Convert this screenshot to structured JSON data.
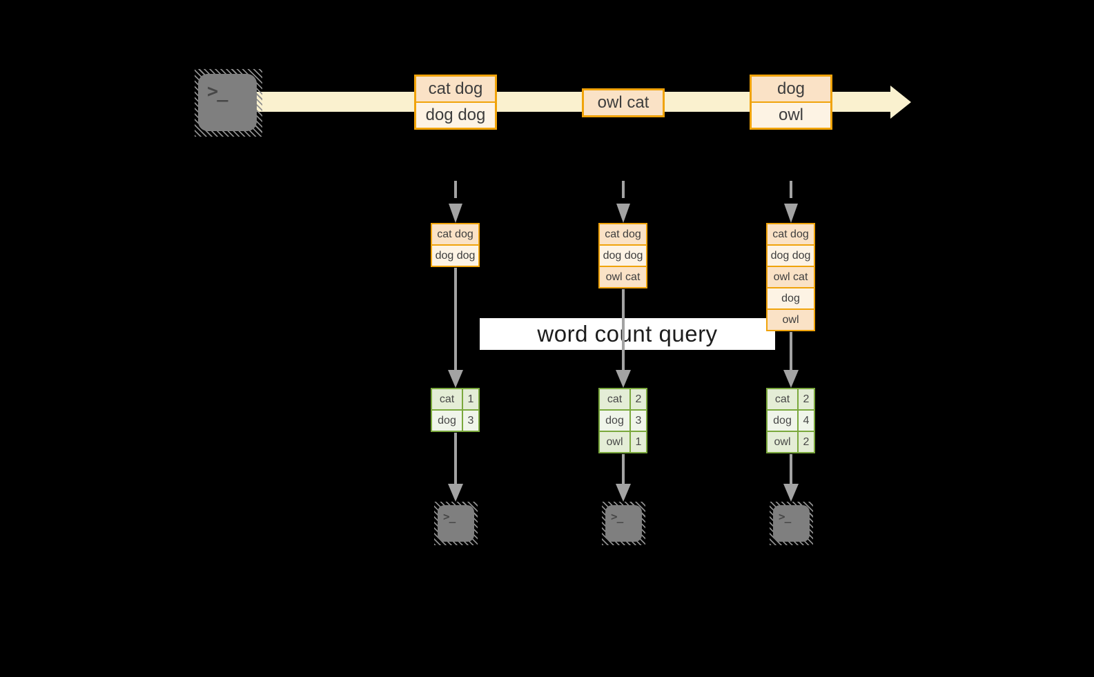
{
  "diagram": {
    "title_band": {
      "query_label": "word count query"
    },
    "terminal_glyph": ">_",
    "columns": [
      {
        "stream_event": [
          "cat dog",
          "dog dog"
        ],
        "snapshot": [
          "cat dog",
          "dog dog"
        ],
        "result": [
          {
            "word": "cat",
            "count": "1"
          },
          {
            "word": "dog",
            "count": "3"
          }
        ]
      },
      {
        "stream_event": [
          "owl cat"
        ],
        "snapshot": [
          "cat dog",
          "dog dog",
          "owl cat"
        ],
        "result": [
          {
            "word": "cat",
            "count": "2"
          },
          {
            "word": "dog",
            "count": "3"
          },
          {
            "word": "owl",
            "count": "1"
          }
        ]
      },
      {
        "stream_event": [
          "dog",
          "owl"
        ],
        "snapshot": [
          "cat dog",
          "dog dog",
          "owl cat",
          "dog",
          "owl"
        ],
        "result": [
          {
            "word": "cat",
            "count": "2"
          },
          {
            "word": "dog",
            "count": "4"
          },
          {
            "word": "owl",
            "count": "2"
          }
        ]
      }
    ],
    "colors": {
      "orange_border": "#F0A30A",
      "peach_fill": "#FAE2C6",
      "cream_fill": "#FDF3E4",
      "stream_band": "#FAF1CF",
      "green_border": "#7AA83C",
      "green_fill": "#E4EDD6",
      "green_fill_light": "#F0F5EA",
      "line_gray": "#A3A3A3",
      "terminal_gray": "#7F7F7F",
      "text_ink": "#3D3D3D"
    }
  }
}
